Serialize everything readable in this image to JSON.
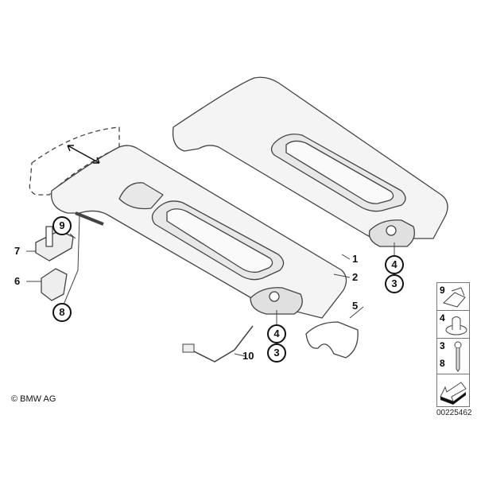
{
  "diagram": {
    "callouts_circled": [
      "9",
      "8",
      "4",
      "3",
      "4",
      "3"
    ],
    "callouts_plain": [
      "7",
      "6",
      "1",
      "2",
      "5",
      "10"
    ],
    "legend": [
      {
        "numbers": [
          "9"
        ],
        "icon": "clip-icon"
      },
      {
        "numbers": [
          "4"
        ],
        "icon": "expanding-nut-icon"
      },
      {
        "numbers": [
          "3",
          "8"
        ],
        "icon": "screw-icon"
      },
      {
        "numbers": [],
        "icon": "arrow-icon"
      }
    ],
    "copyright": "© BMW AG",
    "part_number": "00225462",
    "colors": {
      "line": "#444444",
      "fill": "#f4f4f4"
    }
  }
}
